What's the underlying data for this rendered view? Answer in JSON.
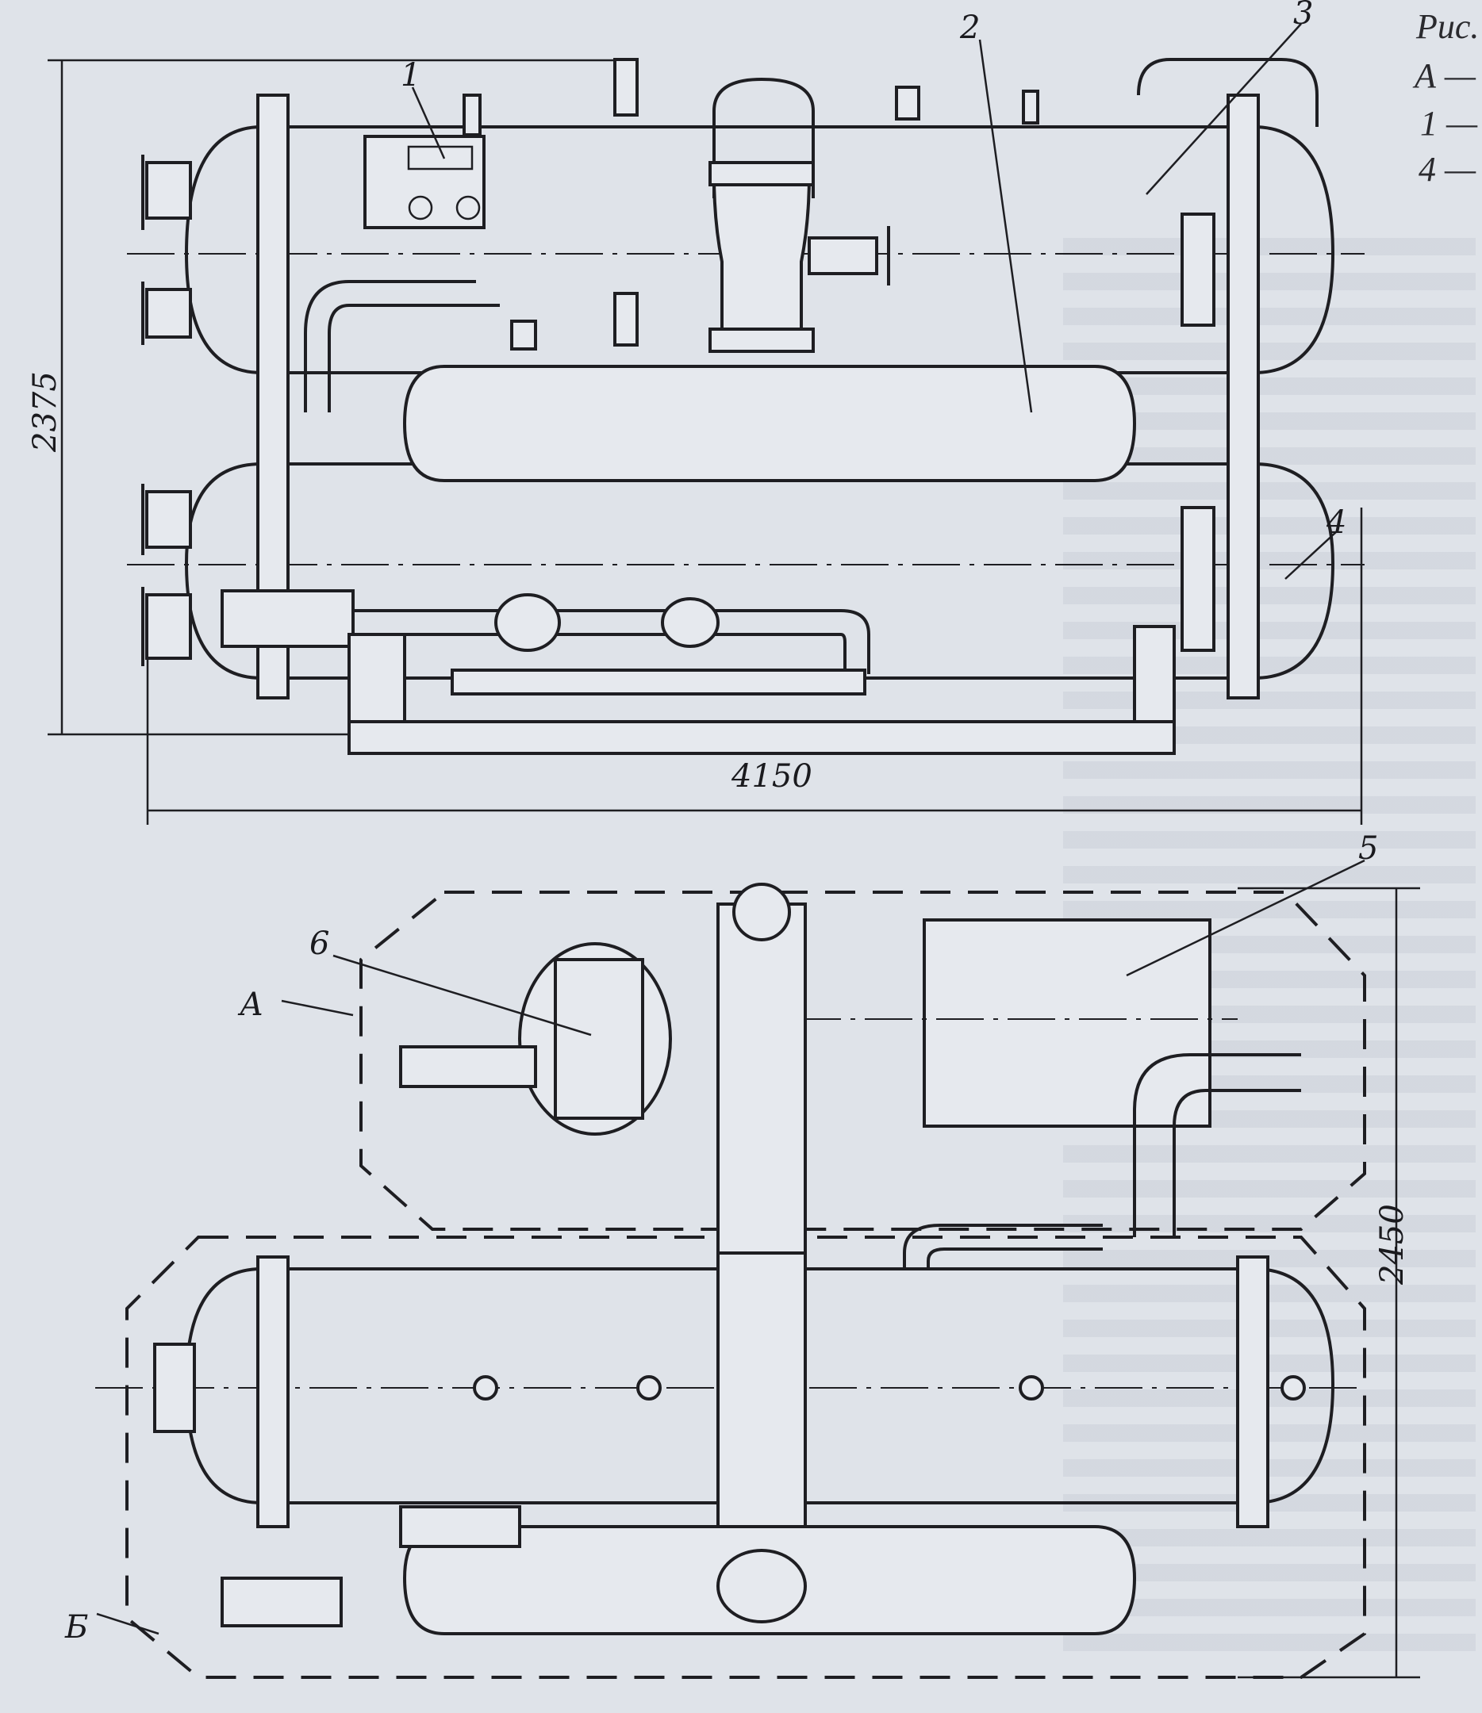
{
  "figure": {
    "caption_fragment": "Рис.",
    "legend_fragments": [
      "А —",
      "1 —",
      "4 —"
    ],
    "callouts": [
      "1",
      "2",
      "3",
      "4",
      "5",
      "6"
    ],
    "view_labels": [
      "А",
      "Б"
    ],
    "dimensions": {
      "height_top_view": "2375",
      "length": "4150",
      "width_plan_view": "2450"
    }
  },
  "colors": {
    "paper": "#dfe3e9",
    "ink": "#1e1e22"
  }
}
